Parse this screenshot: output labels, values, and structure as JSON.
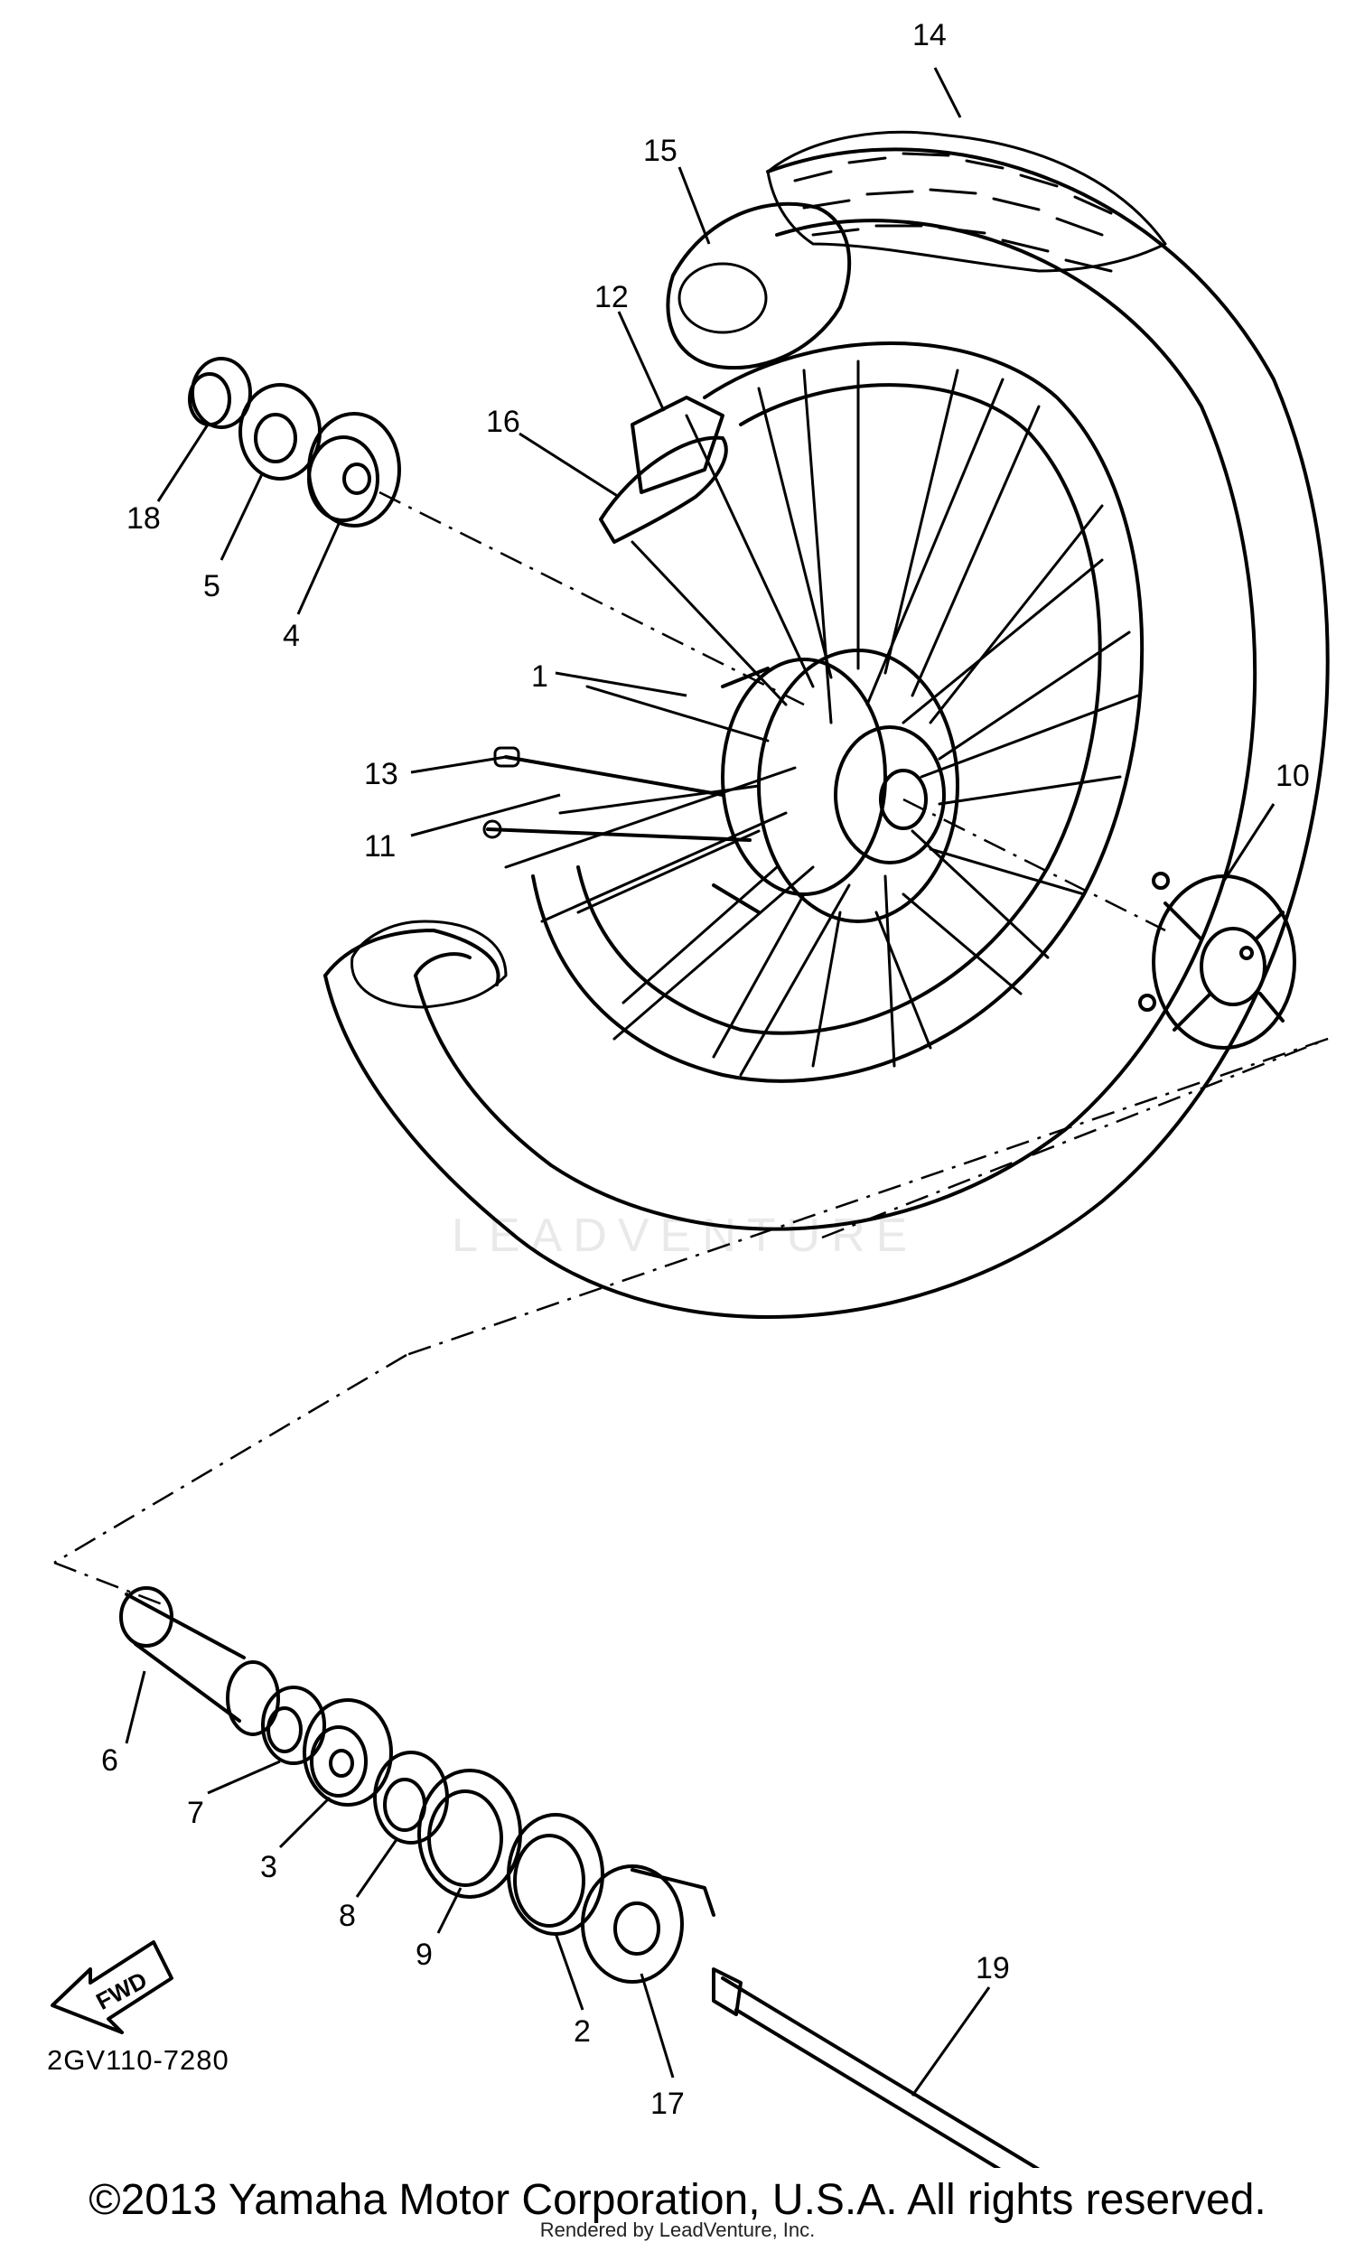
{
  "diagram": {
    "callouts": [
      "14",
      "15",
      "12",
      "16",
      "18",
      "5",
      "4",
      "1",
      "13",
      "11",
      "10",
      "6",
      "7",
      "3",
      "8",
      "9",
      "2",
      "17",
      "19"
    ],
    "fwd_label": "FWD",
    "watermark": "LEADVENTURE"
  },
  "footer": {
    "reference_code": "2GV110-7280",
    "copyright": "©2013 Yamaha Motor Corporation, U.S.A. All rights reserved.",
    "rendered_by": "Rendered by LeadVenture, Inc."
  }
}
